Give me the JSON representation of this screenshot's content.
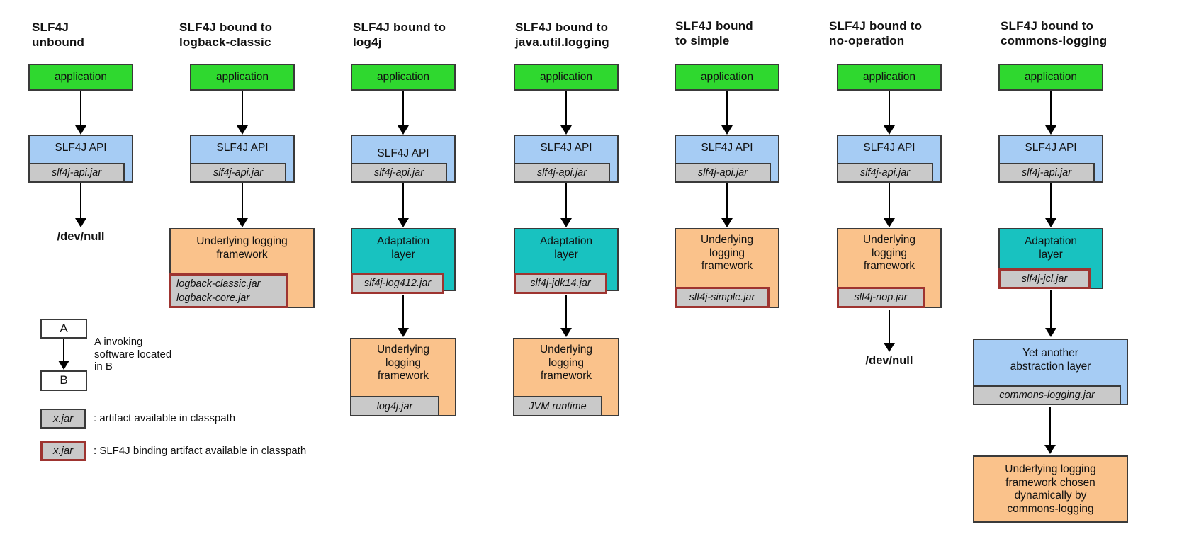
{
  "colors": {
    "application_green": "#2FD82F",
    "api_blue": "#A6CCF4",
    "adaptation_teal": "#18C2C0",
    "framework_orange": "#FAC28B",
    "jar_gray": "#C9C9C9",
    "binding_red": "#9E3430",
    "box_border": "#3A3A3A",
    "arrow_black": "#000000",
    "text_black": "#111111",
    "background_white": "#FFFFFF"
  },
  "columns": [
    {
      "title": "SLF4J\nunbound",
      "app_label": "application",
      "api_label": "SLF4J API",
      "api_jar": "slf4j-api.jar",
      "terminal": "/dev/null"
    },
    {
      "title": "SLF4J bound to\nlogback-classic",
      "app_label": "application",
      "api_label": "SLF4J API",
      "api_jar": "slf4j-api.jar",
      "framework_label": "Underlying logging\nframework",
      "framework_jar": "logback-classic.jar\nlogback-core.jar"
    },
    {
      "title": "SLF4J bound to\nlog4j",
      "app_label": "application",
      "api_label": "SLF4J API",
      "api_jar": "slf4j-api.jar",
      "adaptation_label": "Adaptation\nlayer",
      "adaptation_jar": "slf4j-log412.jar",
      "framework_label": "Underlying\nlogging\nframework",
      "framework_jar": "log4j.jar"
    },
    {
      "title": "SLF4J bound to\njava.util.logging",
      "app_label": "application",
      "api_label": "SLF4J API",
      "api_jar": "slf4j-api.jar",
      "adaptation_label": "Adaptation\nlayer",
      "adaptation_jar": "slf4j-jdk14.jar",
      "framework_label": "Underlying\nlogging\nframework",
      "framework_jar": "JVM runtime"
    },
    {
      "title": "SLF4J bound\nto simple",
      "app_label": "application",
      "api_label": "SLF4J API",
      "api_jar": "slf4j-api.jar",
      "framework_label": "Underlying\nlogging\nframework",
      "framework_jar": "slf4j-simple.jar"
    },
    {
      "title": "SLF4J bound to\nno-operation",
      "app_label": "application",
      "api_label": "SLF4J API",
      "api_jar": "slf4j-api.jar",
      "framework_label": "Underlying\nlogging\nframework",
      "framework_jar": "slf4j-nop.jar",
      "terminal": "/dev/null"
    },
    {
      "title": "SLF4J bound to\ncommons-logging",
      "app_label": "application",
      "api_label": "SLF4J API",
      "api_jar": "slf4j-api.jar",
      "adaptation_label": "Adaptation\nlayer",
      "adaptation_jar": "slf4j-jcl.jar",
      "abstraction_label": "Yet another\nabstraction layer",
      "abstraction_jar": "commons-logging.jar",
      "framework_label": "Underlying logging\nframework chosen\ndynamically by\ncommons-logging"
    }
  ],
  "legend": {
    "box_a": "A",
    "box_b": "B",
    "invoke_caption": "A invoking\nsoftware located\nin B",
    "jar_sample": "x.jar",
    "artifact_caption": ": artifact available in classpath",
    "binding_jar_sample": "x.jar",
    "binding_caption": ": SLF4J binding artifact available in classpath"
  }
}
